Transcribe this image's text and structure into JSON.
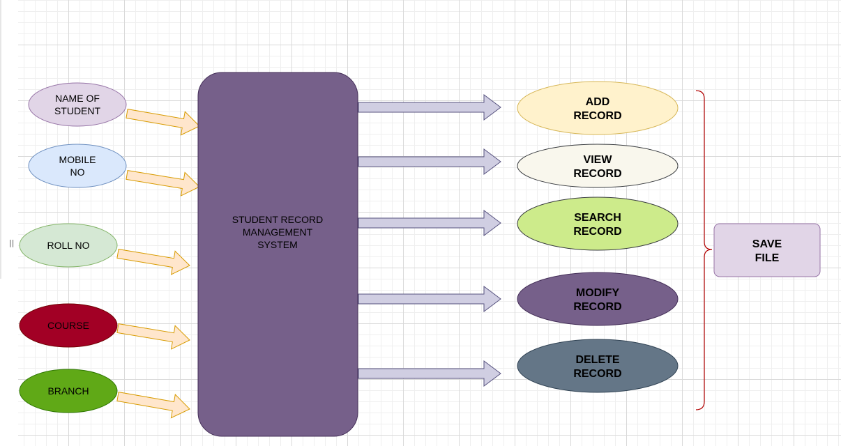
{
  "inputs": [
    {
      "label": [
        "NAME OF",
        "STUDENT"
      ],
      "fill": "#e1d5e7",
      "stroke": "#9673a6",
      "text": "#000000"
    },
    {
      "label": [
        "MOBILE",
        "NO"
      ],
      "fill": "#dae8fc",
      "stroke": "#6c8ebf",
      "text": "#000000"
    },
    {
      "label": [
        "ROLL NO"
      ],
      "fill": "#d5e8d4",
      "stroke": "#82b366",
      "text": "#000000"
    },
    {
      "label": [
        "COURSE"
      ],
      "fill": "#a20025",
      "stroke": "#6f0000",
      "text": "#000000"
    },
    {
      "label": [
        "BRANCH"
      ],
      "fill": "#60a917",
      "stroke": "#2d7600",
      "text": "#000000"
    }
  ],
  "system": {
    "label": [
      "STUDENT RECORD",
      "MANAGEMENT",
      "SYSTEM"
    ],
    "fill": "#76608a",
    "stroke": "#432d57",
    "text": "#000000"
  },
  "outputs": [
    {
      "label": [
        "ADD",
        "RECORD"
      ],
      "fill": "#fff2cc",
      "stroke": "#d6b656",
      "text": "#000000"
    },
    {
      "label": [
        "VIEW",
        "RECORD"
      ],
      "fill": "#f9f7ed",
      "stroke": "#36393d",
      "text": "#000000"
    },
    {
      "label": [
        "SEARCH",
        "RECORD"
      ],
      "fill": "#cdeb8b",
      "stroke": "#36393d",
      "text": "#000000"
    },
    {
      "label": [
        "MODIFY",
        "RECORD"
      ],
      "fill": "#76608a",
      "stroke": "#432d57",
      "text": "#000000"
    },
    {
      "label": [
        "DELETE",
        "RECORD"
      ],
      "fill": "#647687",
      "stroke": "#314354",
      "text": "#000000"
    }
  ],
  "save": {
    "label": [
      "SAVE",
      "FILE"
    ],
    "fill": "#e1d5e7",
    "stroke": "#9673a6",
    "text": "#000000"
  },
  "colors": {
    "input_arrow_fill": "#ffe6cc",
    "input_arrow_stroke": "#d79b00",
    "output_arrow_fill": "#d0cee2",
    "output_arrow_stroke": "#56517e",
    "brace": "#b20000"
  },
  "handle_glyph": "||"
}
